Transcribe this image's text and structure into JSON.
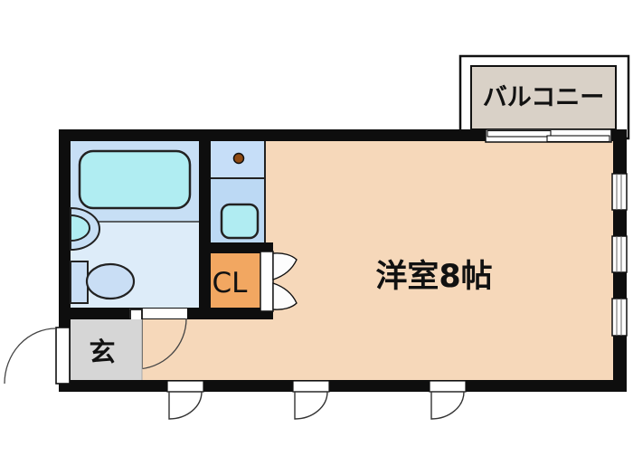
{
  "plan": {
    "labels": {
      "balcony": "バルコニー",
      "main_room": "洋室8帖",
      "closet": "CL",
      "entrance": "玄"
    },
    "colors": {
      "wall": "#0e0e0e",
      "main_room": "#f6d8ba",
      "bath_zone": "#c7dff5",
      "toilet_zone": "#ddecf9",
      "bathtub": "#b0edf2",
      "kitchen_sink": "#b0ecf2",
      "kitchen_top": "#c6def8",
      "kitchen_bottom": "#bcd9f4",
      "closet": "#f2a761",
      "entrance": "#d6d6d6",
      "balcony": "#d9d1c7",
      "burner": "#8f4a12",
      "fixture_fill": "#c9def5",
      "door": "#ffffff"
    },
    "fixtures": [
      "bathtub",
      "washbasin",
      "toilet",
      "kitchen-counter",
      "stove-burner",
      "kitchen-sink"
    ]
  }
}
